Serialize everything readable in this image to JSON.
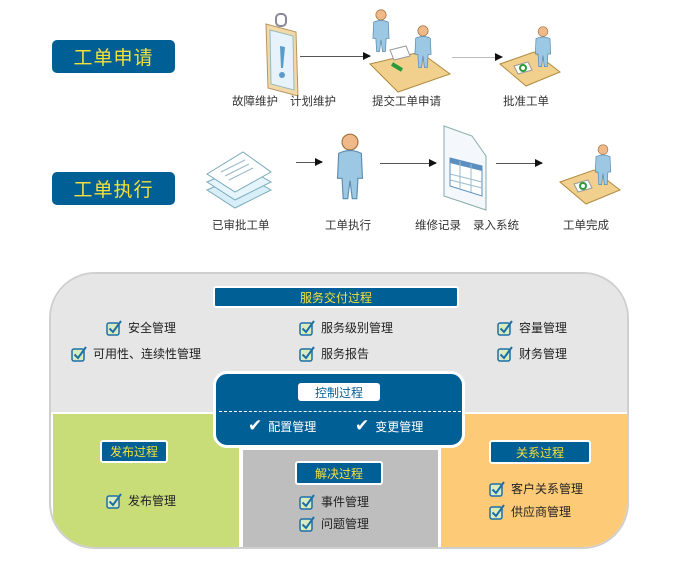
{
  "request": {
    "badge": "工单申请",
    "labels": [
      "故障维护",
      "计划维护",
      "提交工单申请",
      "批准工单"
    ]
  },
  "execute": {
    "badge": "工单执行",
    "labels": [
      "已审批工单",
      "工单执行",
      "维修记录",
      "录入系统",
      "工单完成"
    ]
  },
  "service_delivery": {
    "title": "服务交付过程",
    "items": [
      "安全管理",
      "可用性、连续性管理",
      "服务级别管理",
      "服务报告",
      "容量管理",
      "财务管理"
    ]
  },
  "control": {
    "title": "控制过程",
    "items": [
      "配置管理",
      "变更管理"
    ]
  },
  "release": {
    "title": "发布过程",
    "items": [
      "发布管理"
    ]
  },
  "resolution": {
    "title": "解决过程",
    "items": [
      "事件管理",
      "问题管理"
    ]
  },
  "relationship": {
    "title": "关系过程",
    "items": [
      "客户关系管理",
      "供应商管理"
    ]
  },
  "colors": {
    "brand": "#005f95",
    "title_text": "#f5e13a",
    "delivery_bg": "#e6e6e6",
    "release_bg": "#c8dc78",
    "resolution_bg": "#bebebe",
    "relationship_bg": "#fdcb78"
  }
}
